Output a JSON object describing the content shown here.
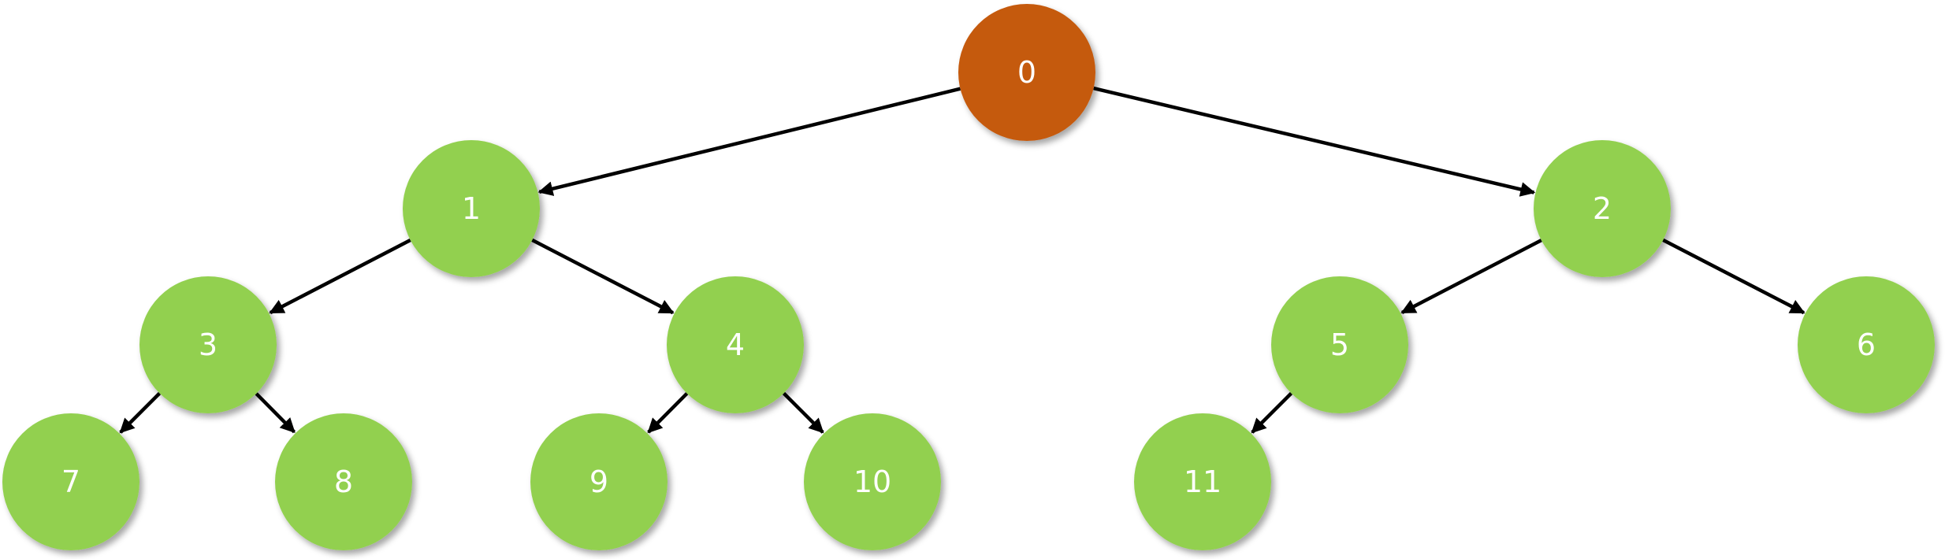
{
  "tree": {
    "colors": {
      "root": "#C55A11",
      "node": "#92D050",
      "edge": "#000000",
      "label": "#FFFFFF"
    },
    "nodes": [
      {
        "id": "0",
        "label": "0",
        "role": "root"
      },
      {
        "id": "1",
        "label": "1",
        "role": "node"
      },
      {
        "id": "2",
        "label": "2",
        "role": "node"
      },
      {
        "id": "3",
        "label": "3",
        "role": "node"
      },
      {
        "id": "4",
        "label": "4",
        "role": "node"
      },
      {
        "id": "5",
        "label": "5",
        "role": "node"
      },
      {
        "id": "6",
        "label": "6",
        "role": "node"
      },
      {
        "id": "7",
        "label": "7",
        "role": "node"
      },
      {
        "id": "8",
        "label": "8",
        "role": "node"
      },
      {
        "id": "9",
        "label": "9",
        "role": "node"
      },
      {
        "id": "10",
        "label": "10",
        "role": "node"
      },
      {
        "id": "11",
        "label": "11",
        "role": "node"
      }
    ],
    "edges": [
      {
        "from": "0",
        "to": "1"
      },
      {
        "from": "0",
        "to": "2"
      },
      {
        "from": "1",
        "to": "3"
      },
      {
        "from": "1",
        "to": "4"
      },
      {
        "from": "2",
        "to": "5"
      },
      {
        "from": "2",
        "to": "6"
      },
      {
        "from": "3",
        "to": "7"
      },
      {
        "from": "3",
        "to": "8"
      },
      {
        "from": "4",
        "to": "9"
      },
      {
        "from": "4",
        "to": "10"
      },
      {
        "from": "5",
        "to": "11"
      }
    ]
  }
}
